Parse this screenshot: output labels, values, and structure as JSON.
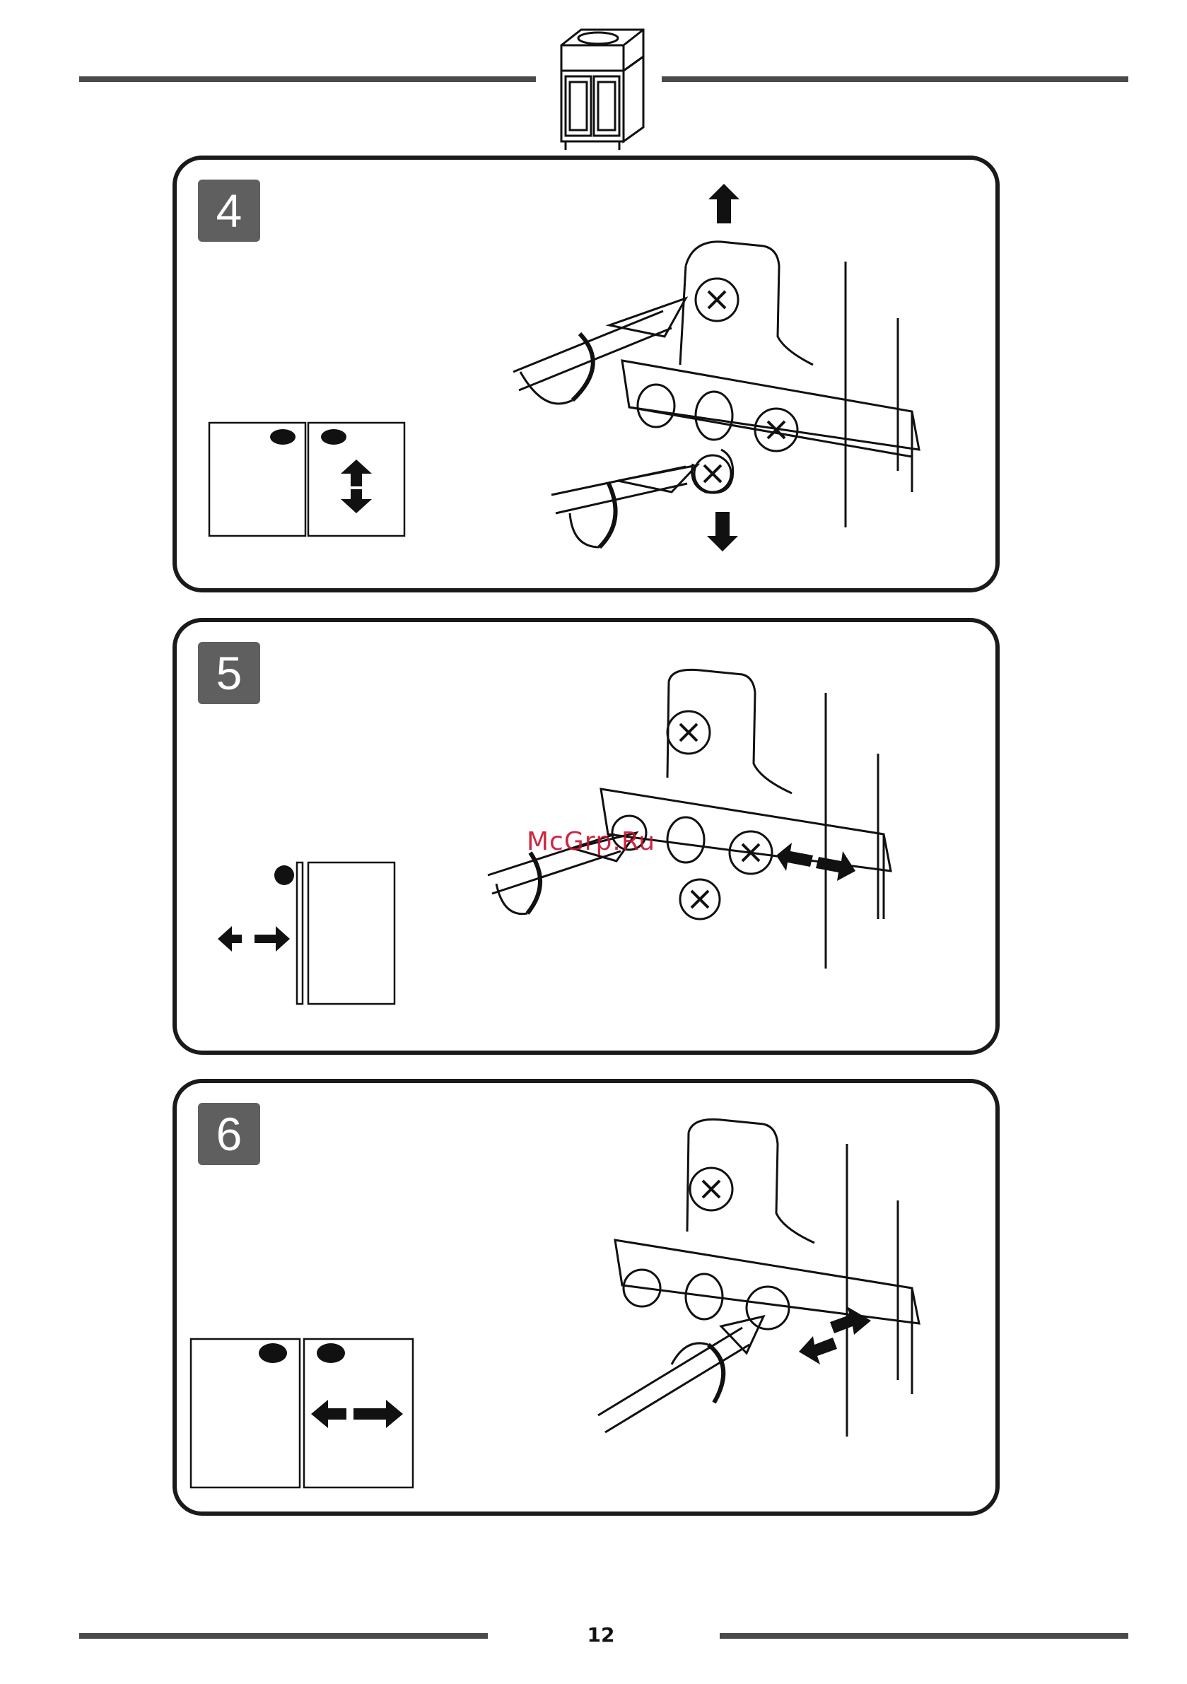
{
  "header": {
    "logo_icon": "vanity-cabinet-icon"
  },
  "steps": [
    {
      "number": "4"
    },
    {
      "number": "5"
    },
    {
      "number": "6"
    }
  ],
  "footer": {
    "page_number": "12"
  },
  "watermark": {
    "text": "McGrp.Ru"
  }
}
